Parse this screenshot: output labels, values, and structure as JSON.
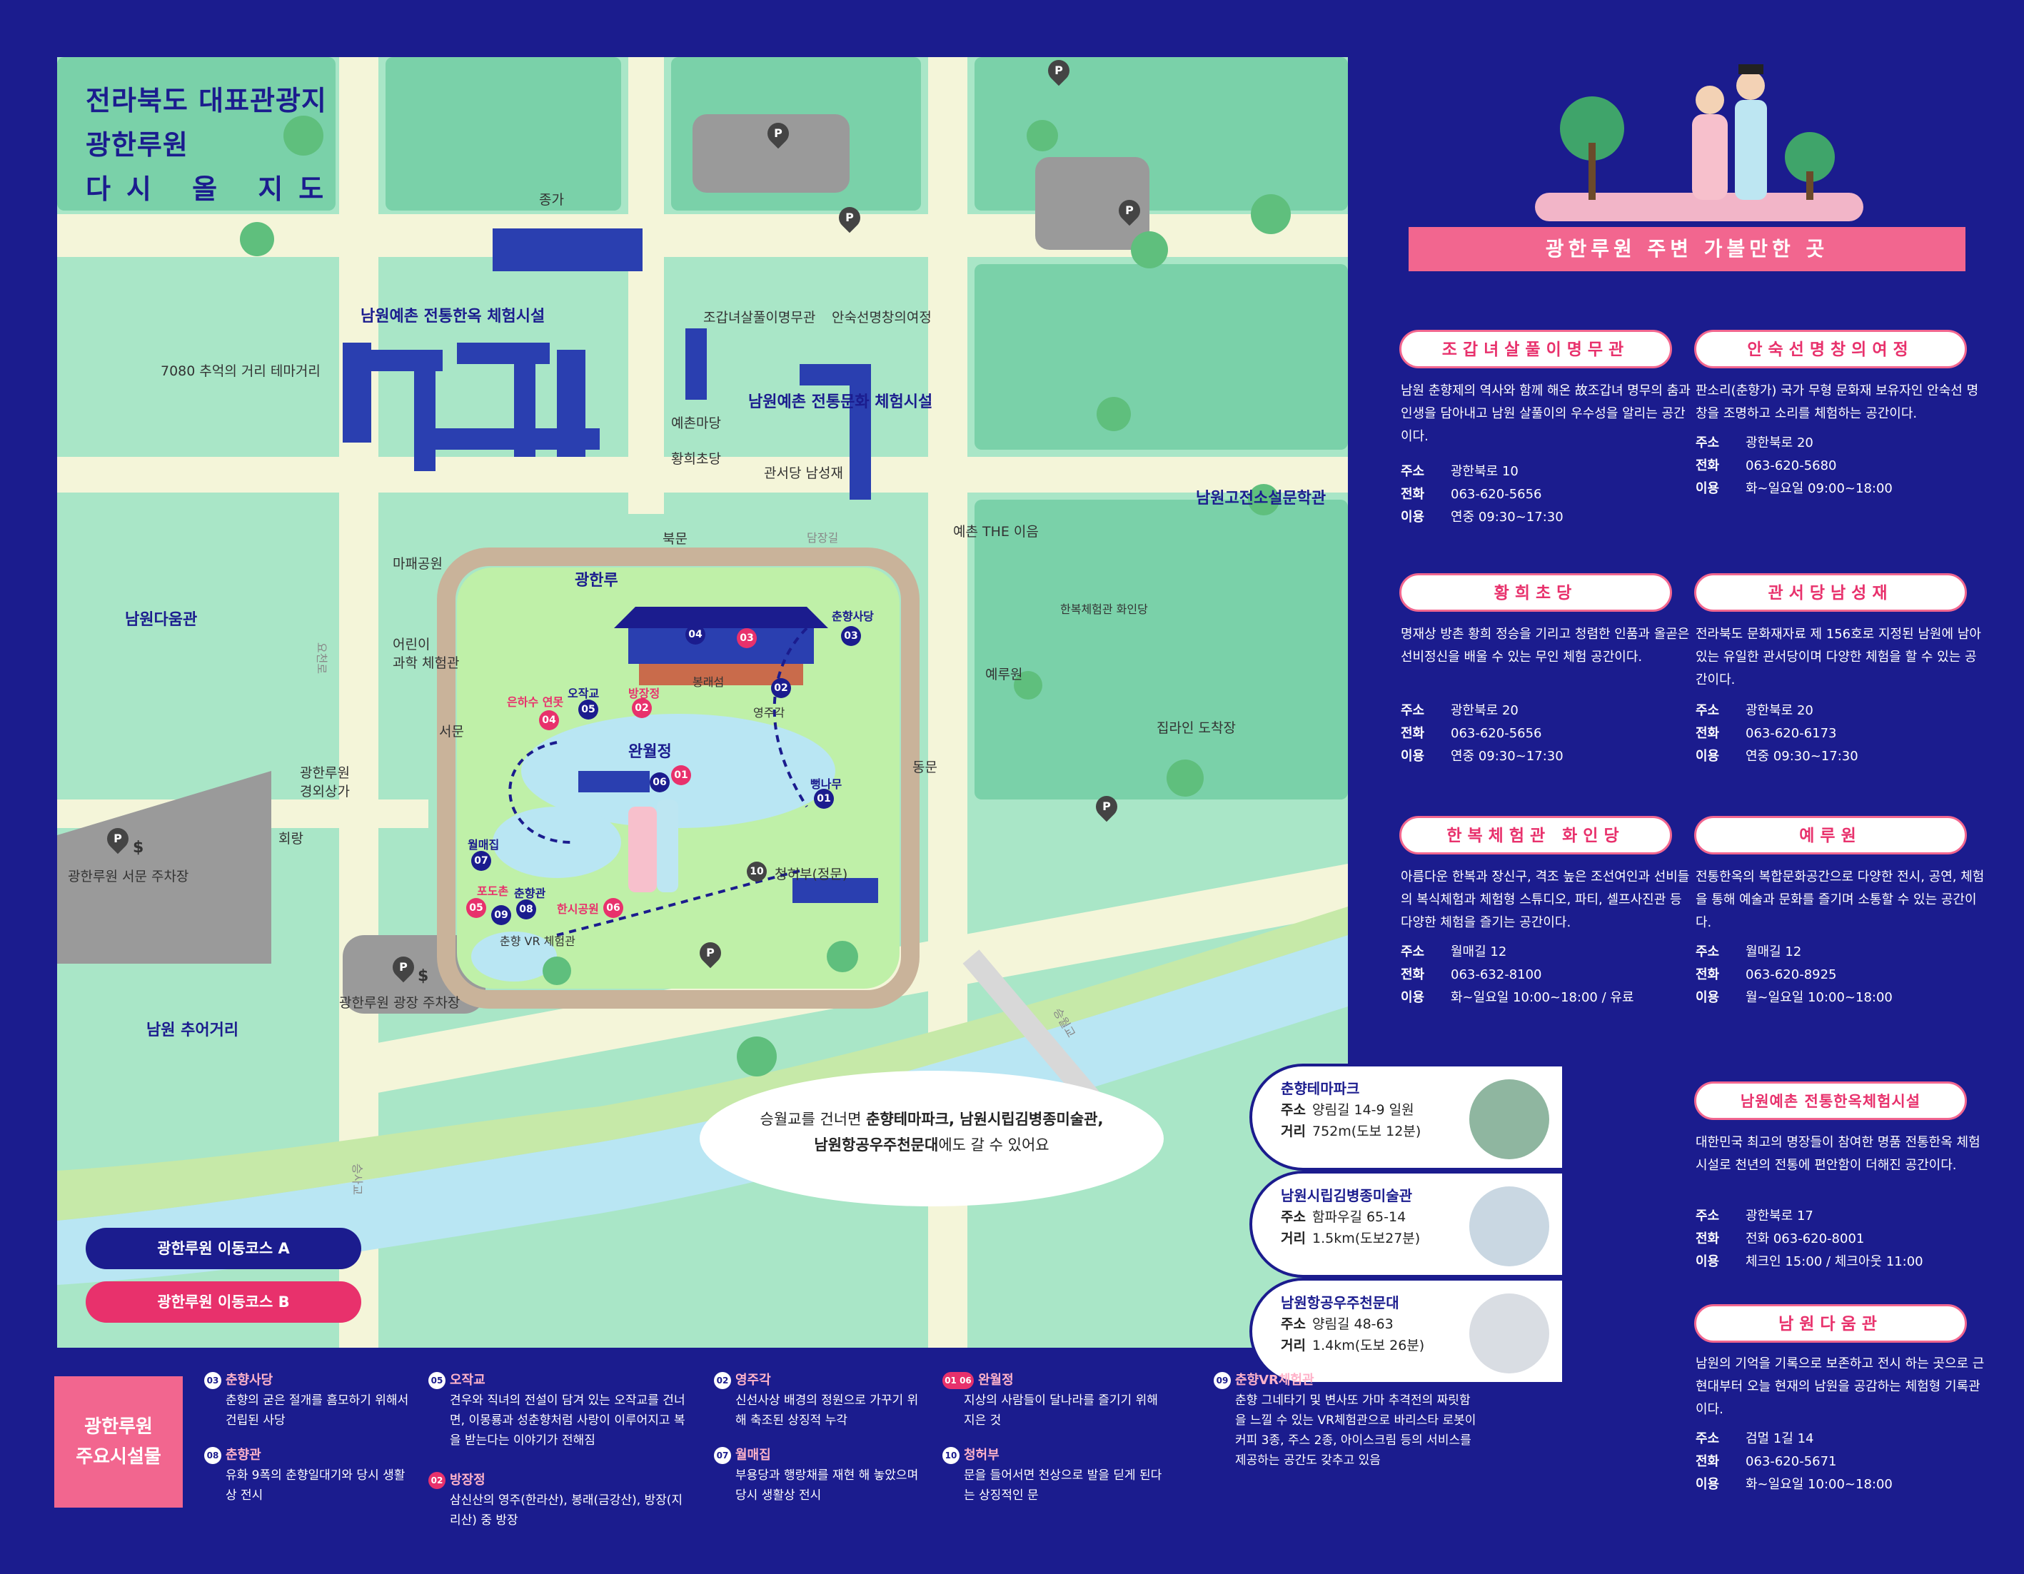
{
  "map": {
    "title_line1": "전라북도 대표관광지",
    "title_line2": "광한루원",
    "title_line3": "다시 올 지도",
    "labels": {
      "jongga": "종가",
      "hanok_experience": "남원예촌 전통한옥 체험시설",
      "jogapnyeo": "조갑녀살풀이명무관",
      "ansukseon": "안숙선명창의여정",
      "culture_experience": "남원예촌 전통문화 체험시설",
      "yechon_madang": "예촌마당",
      "hwanghoe": "황희초당",
      "gwanseodang": "관서당 남성재",
      "street_7080": "7080 추억의 거리 테마거리",
      "mapae_park": "마패공원",
      "namwon_daum": "남원다움관",
      "gohwan_museum": "남원고전소설문학관",
      "yechon_the_ieum": "예촌 THE 이음",
      "hanbok_hwaindang": "한복체험관 화인당",
      "yeruwon": "예루원",
      "jiprain": "집라인 도착장",
      "bukmun": "북문",
      "damjanggil": "담장길",
      "gwanghallu": "광한루",
      "children_science": "어린이\n과학 체험관",
      "seomun": "서문",
      "dongmun": "동문",
      "shopping": "광한루원\n경외상가",
      "hoerang": "회랑",
      "west_parking": "광한루원 서문 주차장",
      "plaza_parking": "광한루원 광장 주차장",
      "chueo_street": "남원 추어거리",
      "wanwoljeong": "완월정",
      "chunhyang_sadang": "춘향사당",
      "ojakgyo": "오작교",
      "bangjangjeong": "방장정",
      "eunhasu": "은하수 연못",
      "bongraeseom": "봉래섬",
      "yeongjugak": "영주각",
      "ppeongnamu": "뻥나무",
      "wolmaejip": "월매집",
      "podongchon": "포도촌",
      "chunhyanggwan": "춘향관",
      "hansi_park": "한시공원",
      "vr_center": "춘향 VR 체험관",
      "cheongheobu": "청허부(정문)",
      "seungwolgyo": "승월교",
      "road_yocheon": "요천로",
      "road_seungsa": "승사교",
      "parking_symbol": "P",
      "dollar_symbol": "$"
    },
    "bubble": {
      "line1_pre": "승월교를 건너면 ",
      "line1_bold": "춘향테마파크, 남원시립김병종미술관,",
      "line2_bold": "남원항공우주천문대",
      "line2_post": "에도 갈 수 있어요"
    },
    "course_a": "광한루원 이동코스 A",
    "course_b": "광한루원 이동코스 B",
    "distance_cards": [
      {
        "title": "춘향테마파크",
        "address_label": "주소",
        "address": "양림길 14-9 일원",
        "distance_label": "거리",
        "distance": "752m(도보 12분)"
      },
      {
        "title": "남원시립김병종미술관",
        "address_label": "주소",
        "address": "함파우길 65-14",
        "distance_label": "거리",
        "distance": "1.5km(도보27분)"
      },
      {
        "title": "남원항공우주천문대",
        "address_label": "주소",
        "address": "양림길 48-63",
        "distance_label": "거리",
        "distance": "1.4km(도보 26분)"
      }
    ]
  },
  "panel": {
    "title": "광한루원 주변 가볼만한 곳",
    "places": [
      {
        "name": "조갑녀살풀이명무관",
        "desc": "남원 춘향제의 역사와 함께 해온 故조갑녀 명무의 춤과 인생을 담아내고 남원 살풀이의 우수성을 알리는 공간이다.",
        "addr_k": "주소",
        "addr": "광한북로 10",
        "tel_k": "전화",
        "tel": "063-620-5656",
        "use_k": "이용",
        "use": "연중 09:30~17:30"
      },
      {
        "name": "안숙선명창의여정",
        "desc": "판소리(춘향가) 국가 무형 문화재 보유자인 안숙선 명창을 조명하고 소리를 체험하는 공간이다.",
        "addr_k": "주소",
        "addr": "광한북로 20",
        "tel_k": "전화",
        "tel": "063-620-5680",
        "use_k": "이용",
        "use": "화~일요일 09:00~18:00"
      },
      {
        "name": "황희초당",
        "desc": "명재상 방촌 황희 정승을 기리고 청렴한 인품과 올곧은 선비정신을 배울 수 있는 무인 체험 공간이다.",
        "addr_k": "주소",
        "addr": "광한북로 20",
        "tel_k": "전화",
        "tel": "063-620-5656",
        "use_k": "이용",
        "use": "연중 09:30~17:30"
      },
      {
        "name": "관서당남성재",
        "desc": "전라북도 문화재자료 제 156호로 지정된 남원에 남아있는 유일한 관서당이며 다양한 체험을 할 수 있는 공간이다.",
        "addr_k": "주소",
        "addr": "광한북로 20",
        "tel_k": "전화",
        "tel": "063-620-6173",
        "use_k": "이용",
        "use": "연중 09:30~17:30"
      },
      {
        "name": "한복체험관 화인당",
        "desc": "아름다운 한복과 장신구, 격조 높은 조선여인과 선비들의 복식체험과 체험형 스튜디오, 파티, 셀프사진관 등 다양한 체험을 즐기는 공간이다.",
        "addr_k": "주소",
        "addr": "월매길 12",
        "tel_k": "전화",
        "tel": "063-632-8100",
        "use_k": "이용",
        "use": "화~일요일 10:00~18:00 / 유료"
      },
      {
        "name": "예루원",
        "desc": "전통한옥의 복합문화공간으로 다양한 전시, 공연, 체험을 통해 예술과 문화를 즐기며 소통할 수 있는 공간이다.",
        "addr_k": "주소",
        "addr": "월매길 12",
        "tel_k": "전화",
        "tel": "063-620-8925",
        "use_k": "이용",
        "use": "월~일요일 10:00~18:00"
      },
      {
        "name": "남원예촌 전통한옥체험시설",
        "desc": "대한민국 최고의 명장들이 참여한 명품 전통한옥 체험시설로 천년의 전통에 편안함이 더해진 공간이다.",
        "addr_k": "주소",
        "addr": "광한북로 17",
        "tel_k": "전화",
        "tel": "전화 063-620-8001",
        "use_k": "이용",
        "use": "체크인 15:00 / 체크아웃 11:00"
      },
      {
        "name": "남원다움관",
        "desc": "남원의 기억을 기록으로 보존하고 전시 하는 곳으로 근현대부터 오늘 현재의 남원을 공감하는 체험형 기록관이다.",
        "addr_k": "주소",
        "addr": "검멀 1길 14",
        "tel_k": "전화",
        "tel": "063-620-5671",
        "use_k": "이용",
        "use": "화~일요일 10:00~18:00"
      }
    ]
  },
  "facilities": {
    "box_title": "광한루원 주요시설물",
    "items": [
      {
        "num": "03",
        "name": "춘향사당",
        "text": "춘향의 굳은 절개를 흠모하기 위해서 건립된 사당"
      },
      {
        "num": "08",
        "name": "춘향관",
        "text": "유화 9폭의 춘향일대기와 당시 생활상 전시"
      },
      {
        "num": "05",
        "name": "오작교",
        "text": "견우와 직녀의 전설이 담겨 있는 오작교를 건너면, 이몽룡과 성춘향처럼 사랑이 이루어지고 복을 받는다는 이야기가 전해짐"
      },
      {
        "num": "02",
        "name": "방장정",
        "text": "삼신산의 영주(한라산), 봉래(금강산), 방장(지리산) 중 방장"
      },
      {
        "num": "02",
        "name": "영주각",
        "text": "신선사상 배경의 정원으로 가꾸기 위해 축조된 상징적 누각"
      },
      {
        "num": "07",
        "name": "월매집",
        "text": "부용당과 행랑채를 재현 해 놓았으며 당시 생활상 전시"
      },
      {
        "num": "01 06",
        "name": "완월정",
        "text": "지상의 사람들이 달나라를 즐기기 위해 지은 것"
      },
      {
        "num": "10",
        "name": "청허부",
        "text": "문을 들어서면 천상으로 발을 딛게 된다는 상징적인 문"
      },
      {
        "num": "09",
        "name": "춘향VR체험관",
        "text": "춘향 그네타기 및 변사또 가마 추격전의 짜릿함을 느낄 수 있는 VR체험관으로 바리스타 로봇이 커피 3종, 주스 2종, 아이스크림 등의 서비스를 제공하는 공간도 갖추고 있음"
      }
    ]
  },
  "colors": {
    "navy": "#1b1c8e",
    "pink": "#e8316c",
    "map_green": "#a9e6c7",
    "road": "#f4f5d9",
    "river": "#b9e6f3"
  }
}
